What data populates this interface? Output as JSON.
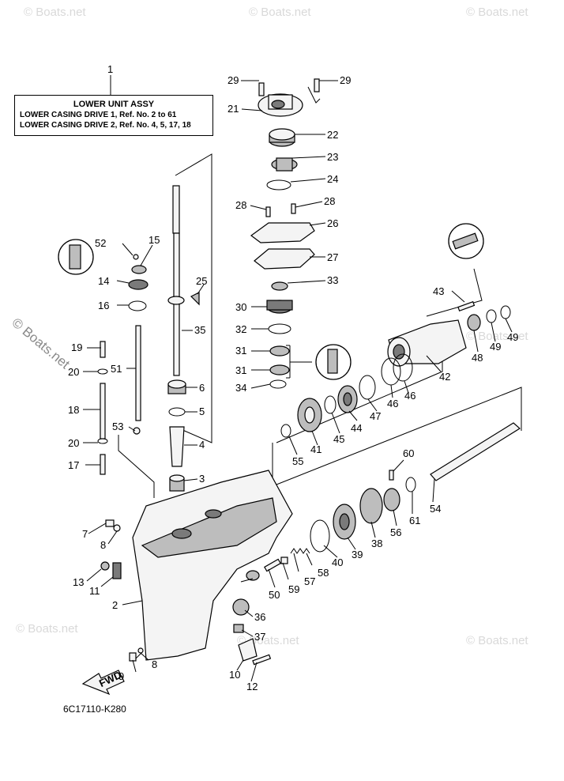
{
  "watermark": "© Boats.net",
  "assembly_box": {
    "title": "LOWER UNIT ASSY",
    "line1": "LOWER CASING DRIVE 1,  Ref. No. 2 to 61",
    "line2": "LOWER CASING DRIVE 2,  Ref. No. 4, 5, 17, 18"
  },
  "diagram_code": "6C17110-K280",
  "fwd_label": "FWD",
  "callouts": [
    "1",
    "2",
    "3",
    "4",
    "5",
    "6",
    "7",
    "8",
    "8",
    "9",
    "10",
    "11",
    "12",
    "13",
    "14",
    "15",
    "16",
    "17",
    "18",
    "19",
    "20",
    "20",
    "21",
    "22",
    "23",
    "24",
    "25",
    "26",
    "27",
    "28",
    "28",
    "29",
    "29",
    "30",
    "31",
    "31",
    "32",
    "33",
    "34",
    "35",
    "36",
    "37",
    "38",
    "39",
    "40",
    "41",
    "42",
    "43",
    "44",
    "45",
    "46",
    "46",
    "47",
    "48",
    "49",
    "49",
    "50",
    "51",
    "52",
    "53",
    "54",
    "55",
    "56",
    "57",
    "58",
    "59",
    "60",
    "61"
  ]
}
